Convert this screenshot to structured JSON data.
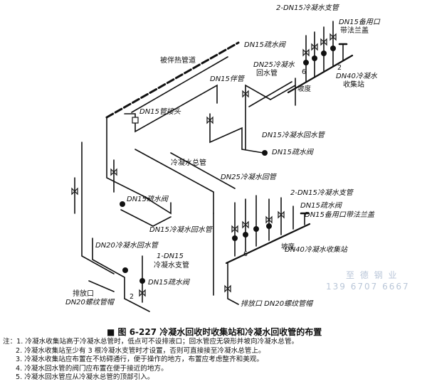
{
  "labels": {
    "top_branch_pipes": "2-DN15冷凝水支管",
    "top_spare_port_1": "DN15备用口",
    "top_spare_port_2": "带法兰盖",
    "top_drain_valve": "DN15疏水阀",
    "traced_pipe": "被伴热管道",
    "tracer_pipe": "DN15伴管",
    "return_dn25_1": "DN25冷凝水",
    "return_dn25_2": "回水管",
    "top_station_1": "DN40冷凝水",
    "top_station_2": "收集站",
    "slope_top": "坡度",
    "pipe_joint": "DN15管接头",
    "return_dn15_upper": "DN15冷凝水回水管",
    "drain_valve_upper": "DN15疏水阀",
    "main_pipe": "冷凝水总管",
    "return_dn25_main": "DN25冷凝水回管",
    "drain_valve_mid": "DN15疏水阀",
    "return_dn15_mid": "DN15冷凝水回水管",
    "return_dn20": "DN20冷凝水回水管",
    "branch_1_a": "1-DN15",
    "branch_1_b": "冷凝水支管",
    "drain_valve_low": "DN15疏水阀",
    "drain_left_1": "排放口",
    "drain_left_2": "DN20螺纹管帽",
    "right_branch_pipes": "2-DN15冷凝水支管",
    "right_drain_valve": "DN15疏水阀",
    "right_spare_port": "DN15备用口带法兰盖",
    "right_station": "DN40冷凝水收集站",
    "drain_right": "排放口 DN20螺纹管帽",
    "num_6_top": "6",
    "num_6_right": "6",
    "num_2_left": "2",
    "num_2_top": "2",
    "slope_right": "坡度"
  },
  "watermark": {
    "line1": "至  德  钢  业",
    "line2": "139  6707  6667"
  },
  "caption": "■ 图 6-227   冷凝水回收时收集站和冷凝水回收管的布置",
  "notes": [
    "注：1. 冷凝水收集站高于冷凝水总管时，低点可不设排液口；回水管应无袋形并坡向冷凝水总管。",
    "2. 冷凝水收集站至少有 3 根冷凝水支管时才设置，否则可直接接至冷凝水总管上。",
    "3. 冷凝水收集站应布置在不妨碍通行，便于操作的地方，布置应考虑整齐和美观。",
    "4. 冷凝水回水管的阀门应布置在便于接近的地方。",
    "5. 冷凝水回水管应从冷凝水总管的顶部引入。"
  ]
}
